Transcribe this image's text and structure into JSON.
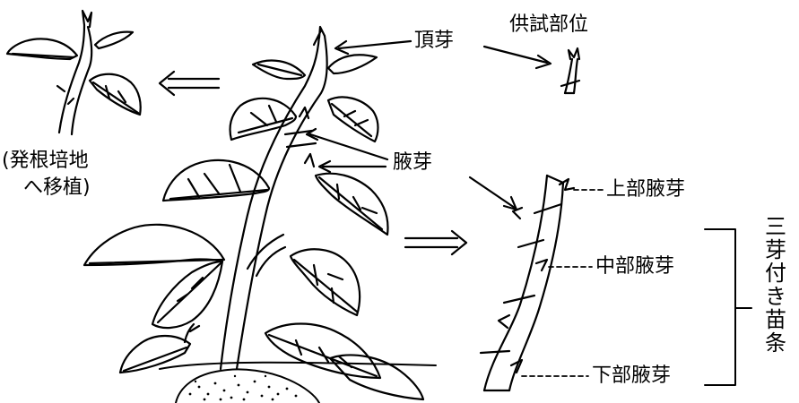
{
  "labels": {
    "apical_bud": "頂芽",
    "test_part": "供試部位",
    "axillary_bud": "腋芽",
    "rooting_note_line1": "(発根培地",
    "rooting_note_line2": "へ移植)",
    "upper_bud": "上部腋芽",
    "middle_bud": "中部腋芽",
    "lower_bud": "下部腋芽",
    "three_bud_cutting": "三芽付き苗条"
  },
  "colors": {
    "ink": "#000000",
    "paper": "#ffffff"
  }
}
